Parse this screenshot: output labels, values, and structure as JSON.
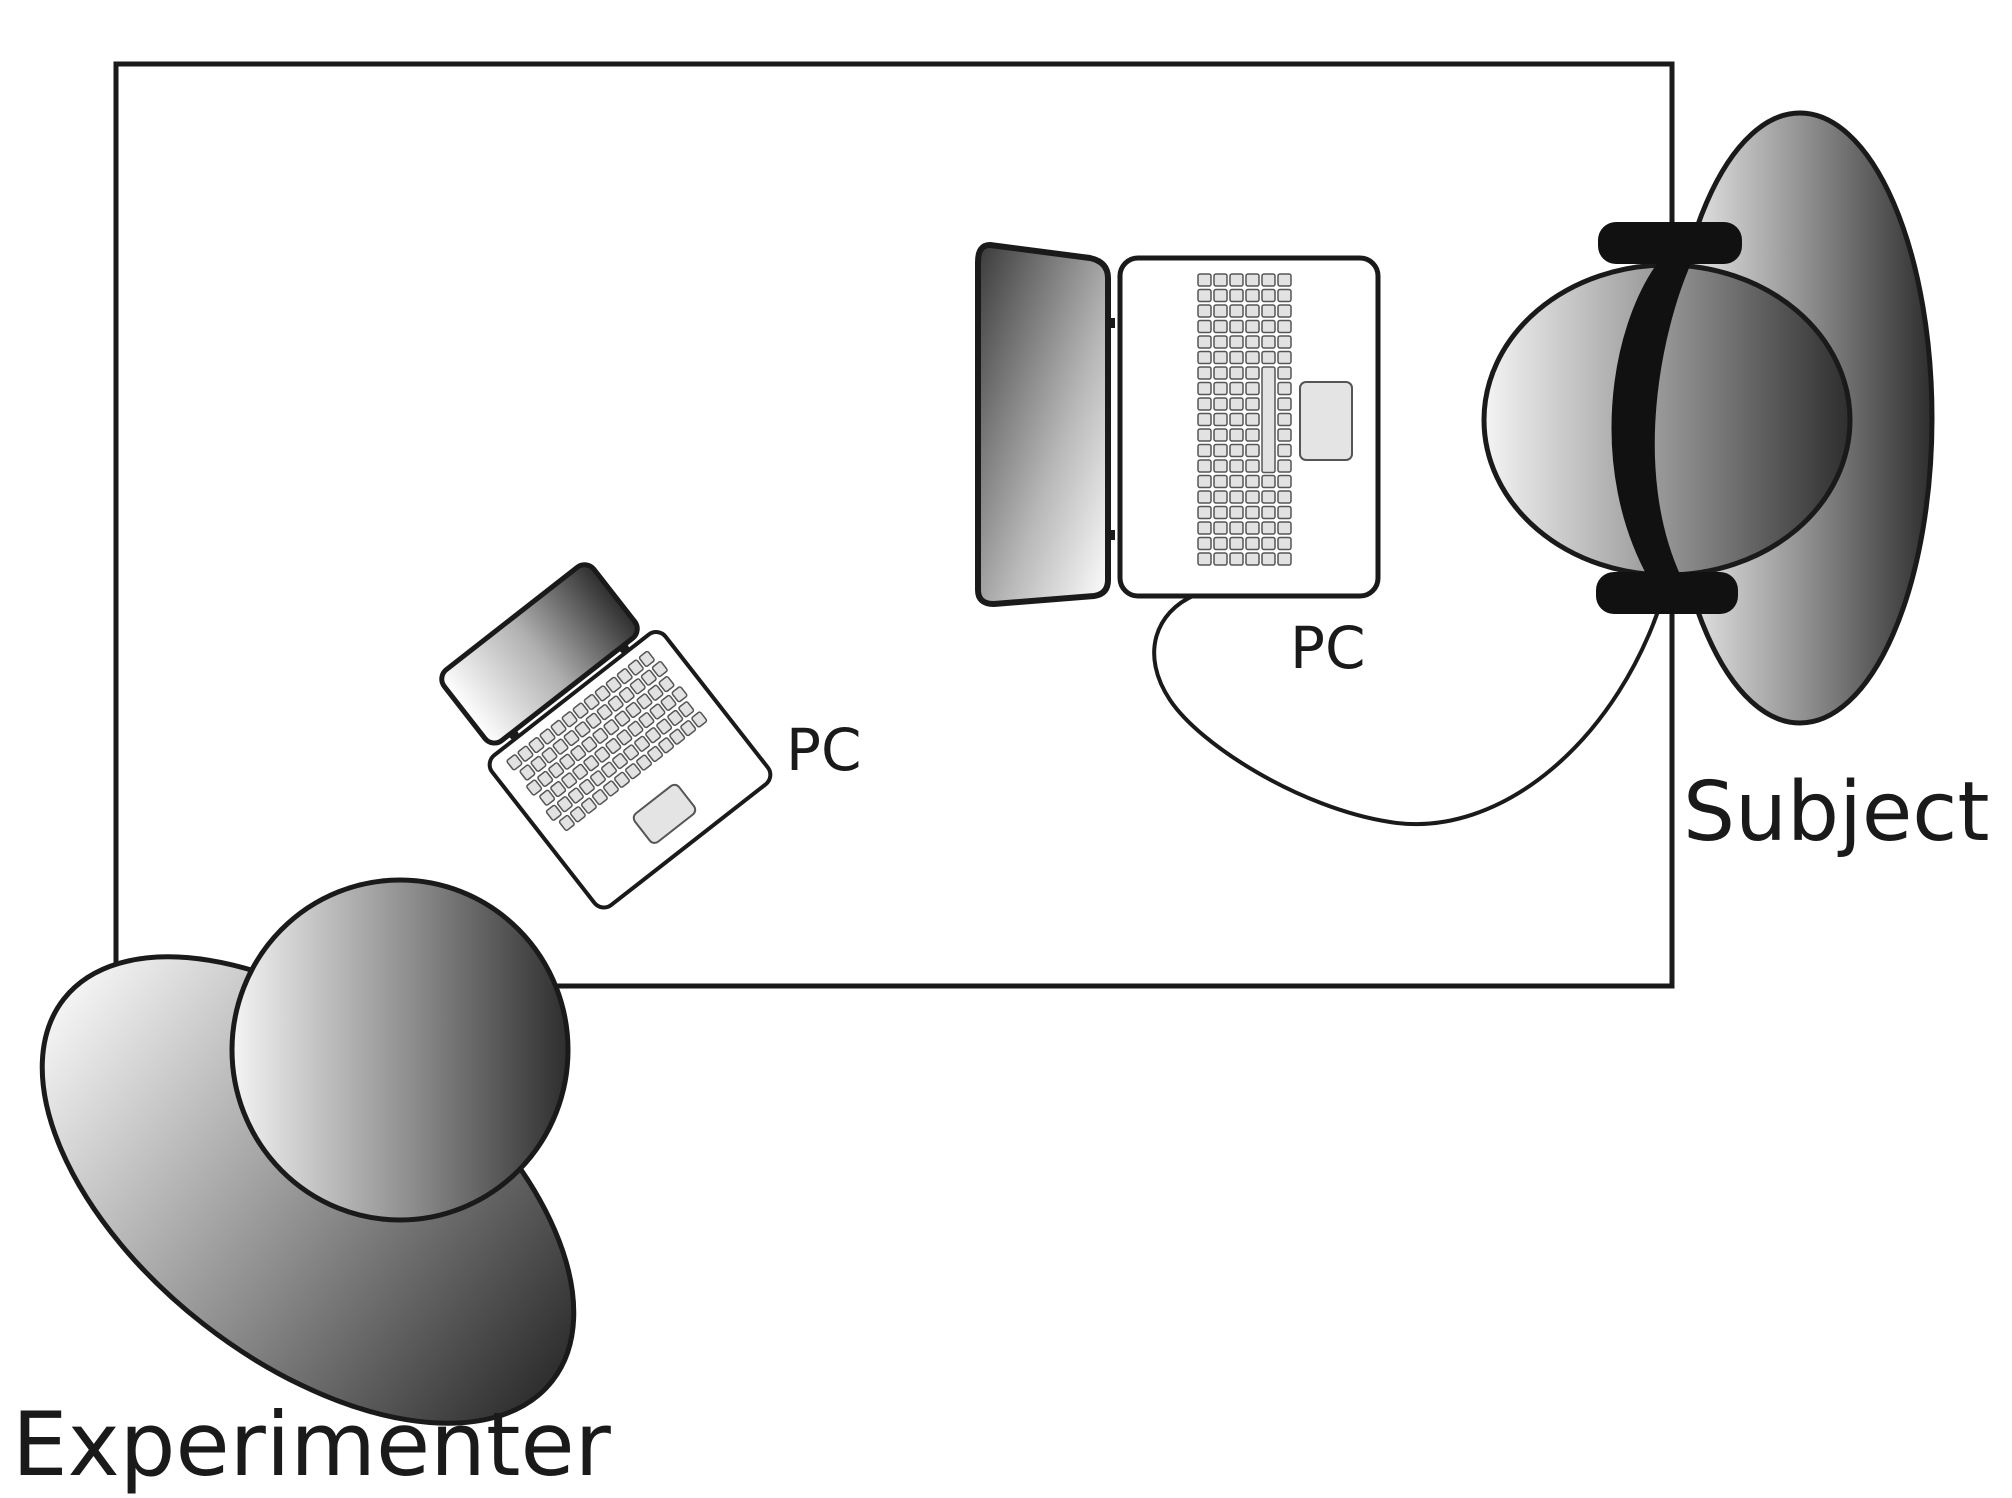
{
  "labels": {
    "pc_center": "PC",
    "pc_left": "PC",
    "subject": "Subject",
    "experimenter": "Experimenter"
  }
}
